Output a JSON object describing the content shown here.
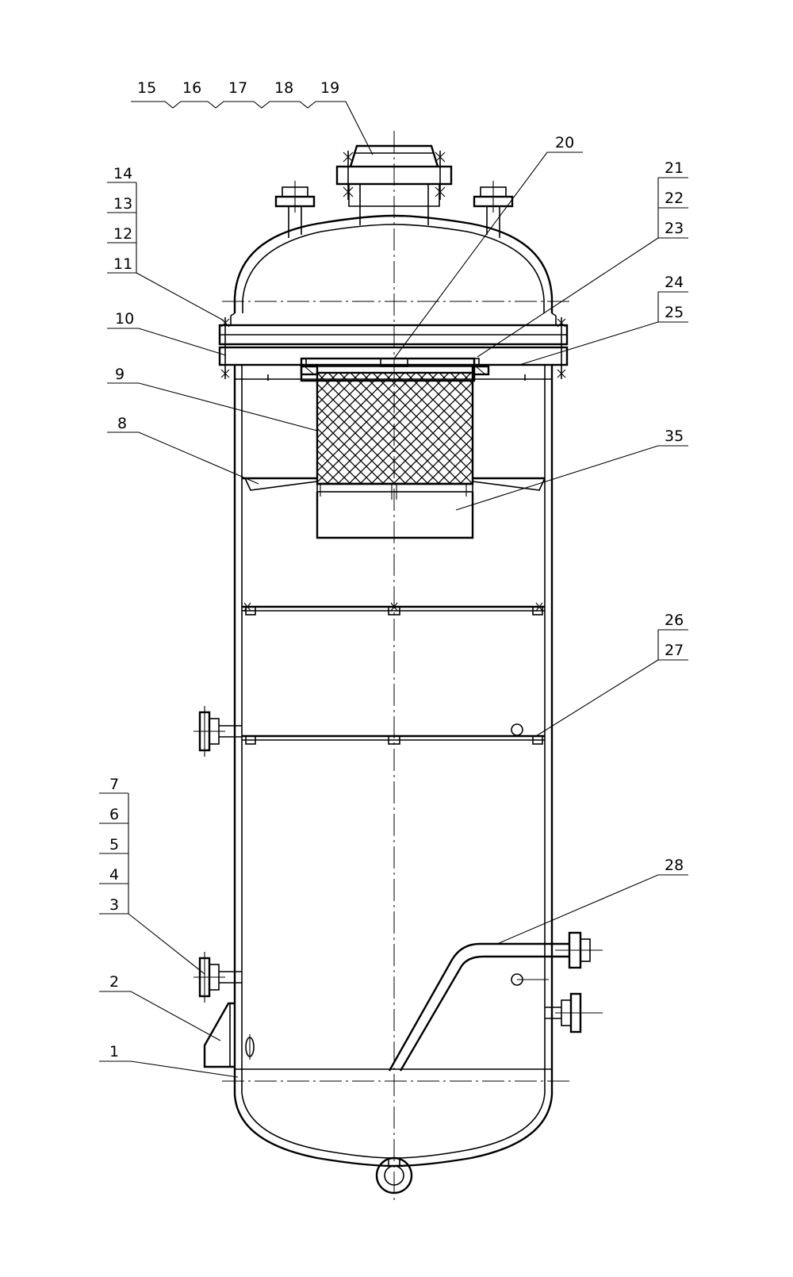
{
  "labels_top": [
    "15",
    "16",
    "17",
    "18",
    "19"
  ],
  "labels_left_upper": [
    "14",
    "13",
    "12",
    "11",
    "10",
    "9",
    "8"
  ],
  "labels_left_lower": [
    "7",
    "6",
    "5",
    "4",
    "3",
    "2",
    "1"
  ],
  "labels_right": [
    "20",
    "21",
    "22",
    "23",
    "24",
    "25",
    "35",
    "26",
    "27",
    "28"
  ]
}
